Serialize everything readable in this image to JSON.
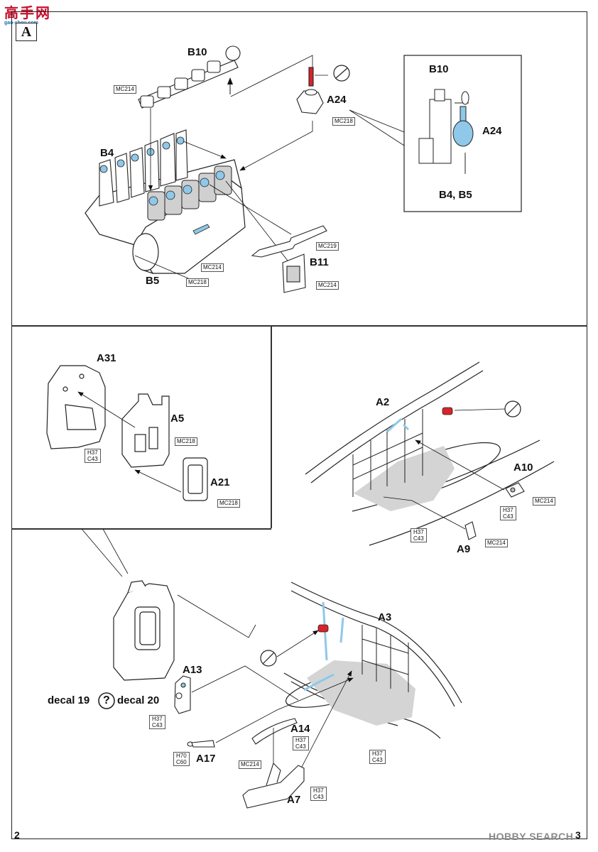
{
  "watermark_top": {
    "cn_text": "高手网",
    "url": "gao-shou.com",
    "section_letter": "A"
  },
  "watermark_bottom": {
    "text": "HOBBY SEARCH"
  },
  "page_numbers": {
    "left": "2",
    "right": "3"
  },
  "step_engine": {
    "parts": {
      "b10": "B10",
      "a24": "A24",
      "b4": "B4",
      "b5": "B5",
      "b11": "B11"
    },
    "codes": {
      "mc214_a": "MC214",
      "mc218_a": "MC218",
      "mc219": "MC219",
      "mc214_b": "MC214",
      "mc214_c": "MC214",
      "mc218_b": "MC218"
    },
    "inset": {
      "b10": "B10",
      "a24": "A24",
      "b4b5": "B4, B5"
    }
  },
  "step_panels": {
    "parts": {
      "a31": "A31",
      "a5": "A5",
      "a21": "A21"
    },
    "codes": {
      "mc218_a": "MC218",
      "mc218_b": "MC218",
      "h37": "H37",
      "c43": "C43"
    }
  },
  "step_right_wall": {
    "parts": {
      "a2": "A2",
      "a10": "A10",
      "a9": "A9"
    },
    "codes": {
      "mc214_a": "MC214",
      "mc214_b": "MC214",
      "h37_a": "H37",
      "c43_a": "C43",
      "h37_b": "H37",
      "c43_b": "C43"
    }
  },
  "step_left_wall": {
    "parts": {
      "a13": "A13",
      "a3": "A3",
      "a14": "A14",
      "a17": "A17",
      "a7": "A7"
    },
    "decals": {
      "d19": "decal 19",
      "q": "?",
      "d20": "decal 20"
    },
    "codes": {
      "h37_a": "H37",
      "c43_a": "C43",
      "h37_b": "H37",
      "c43_b": "C43",
      "h70": "H70",
      "c60": "C60",
      "mc214": "MC214",
      "h37_c": "H37",
      "c43_c": "C43",
      "h37_d": "H37",
      "c43_d": "C43"
    }
  },
  "colors": {
    "blue_paint": "#8fc8e8",
    "red_paint": "#d8232a",
    "grey_fill": "#d4d4d4"
  }
}
